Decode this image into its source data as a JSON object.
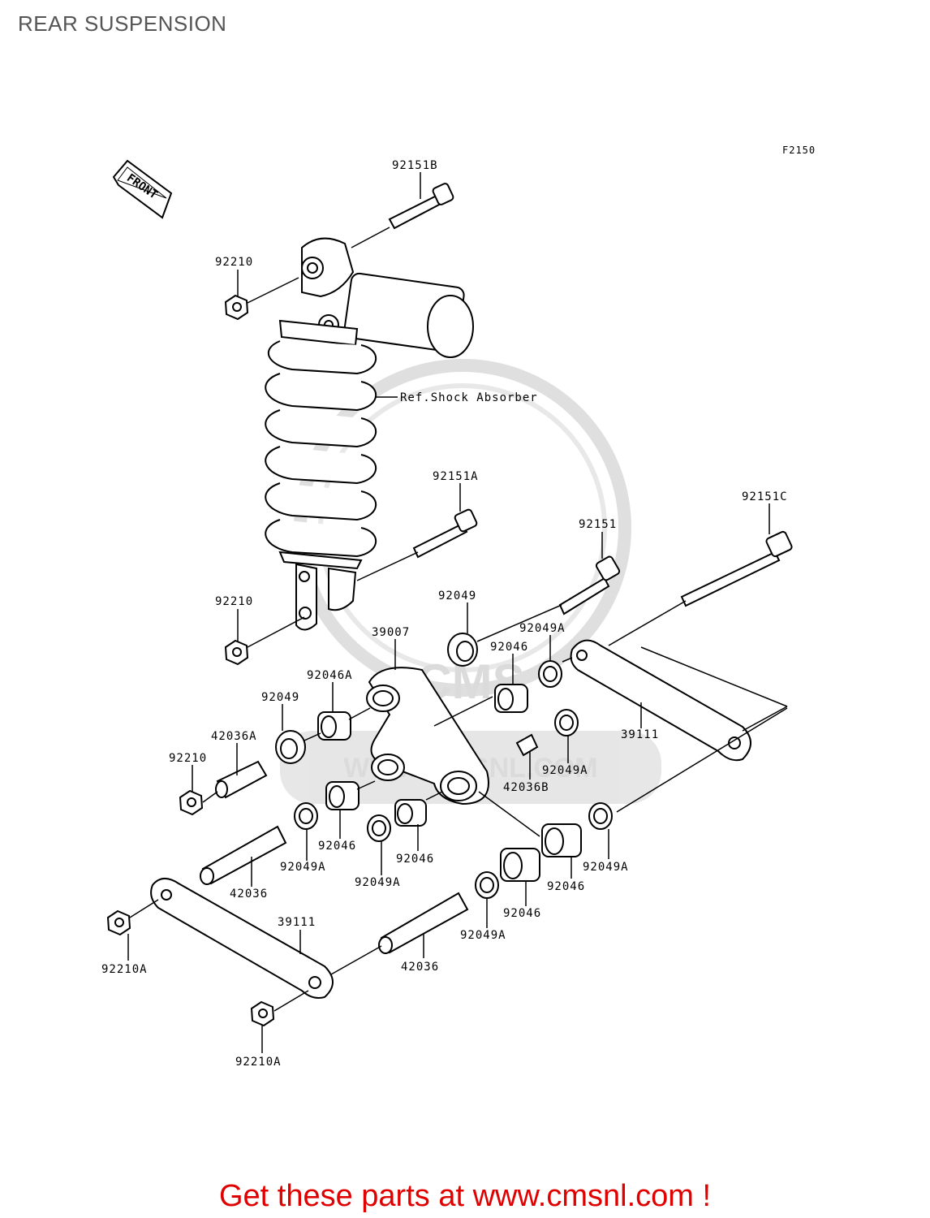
{
  "title": "REAR SUSPENSION",
  "figure_code": "F2150",
  "front_arrow_text": "FRONT",
  "ref_label": "Ref.Shock Absorber",
  "watermark": {
    "text_url": "WWW.CMSNL.COM",
    "text_brand": "CMS"
  },
  "footer": {
    "text": "Get these parts at www.cmsnl.com !",
    "color": "#e00000"
  },
  "parts": [
    {
      "id": "p1",
      "code": "92151B"
    },
    {
      "id": "p2",
      "code": "92210"
    },
    {
      "id": "p3",
      "code": "92210"
    },
    {
      "id": "p4",
      "code": "92151A"
    },
    {
      "id": "p5",
      "code": "92151"
    },
    {
      "id": "p6",
      "code": "92151C"
    },
    {
      "id": "p7",
      "code": "92049"
    },
    {
      "id": "p8",
      "code": "39007"
    },
    {
      "id": "p9",
      "code": "92049A"
    },
    {
      "id": "p10",
      "code": "92046"
    },
    {
      "id": "p11",
      "code": "92046A"
    },
    {
      "id": "p12",
      "code": "92049"
    },
    {
      "id": "p13",
      "code": "42036A"
    },
    {
      "id": "p14",
      "code": "92210"
    },
    {
      "id": "p15",
      "code": "39111"
    },
    {
      "id": "p16",
      "code": "92049A"
    },
    {
      "id": "p17",
      "code": "42036B"
    },
    {
      "id": "p18",
      "code": "92046"
    },
    {
      "id": "p19",
      "code": "92049A"
    },
    {
      "id": "p20",
      "code": "92046"
    },
    {
      "id": "p21",
      "code": "92049A"
    },
    {
      "id": "p22",
      "code": "92046"
    },
    {
      "id": "p23",
      "code": "92049A"
    },
    {
      "id": "p24",
      "code": "42036"
    },
    {
      "id": "p25",
      "code": "92046"
    },
    {
      "id": "p26",
      "code": "39111"
    },
    {
      "id": "p27",
      "code": "92049A"
    },
    {
      "id": "p28",
      "code": "92210A"
    },
    {
      "id": "p29",
      "code": "42036"
    },
    {
      "id": "p30",
      "code": "92210A"
    }
  ]
}
